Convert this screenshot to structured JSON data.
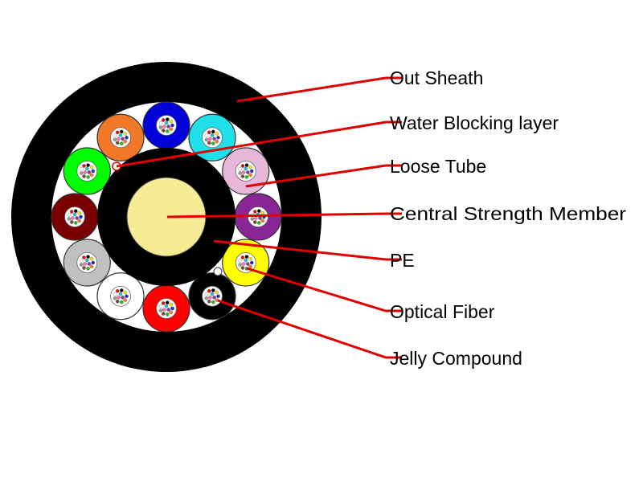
{
  "labels": {
    "out_sheath": "Out Sheath",
    "water_blocking": "Water Blocking layer",
    "loose_tube": "Loose Tube",
    "central_member": "Central Strength Member",
    "pe": "PE",
    "optical_fiber": "Optical Fiber",
    "jelly": "Jelly Compound"
  },
  "colors": {
    "sheath": "#000000",
    "leader": "#e00000",
    "central_member": "#f6ec95",
    "tubes": [
      "#0000d8",
      "#1fe0e8",
      "#e6b7d8",
      "#8a2595",
      "#ffff00",
      "#000000",
      "#ff0000",
      "#ffffff",
      "#c0c0c0",
      "#7a0000",
      "#00ff00",
      "#f07828"
    ],
    "fibers": [
      "#1e2bd8",
      "#ff7a1e",
      "#20c020",
      "#7a4a2a",
      "#9a9a9a",
      "#ffffff",
      "#e01010",
      "#000000",
      "#f0e020",
      "#8040a0",
      "#ff70b0",
      "#20c0d0"
    ]
  }
}
